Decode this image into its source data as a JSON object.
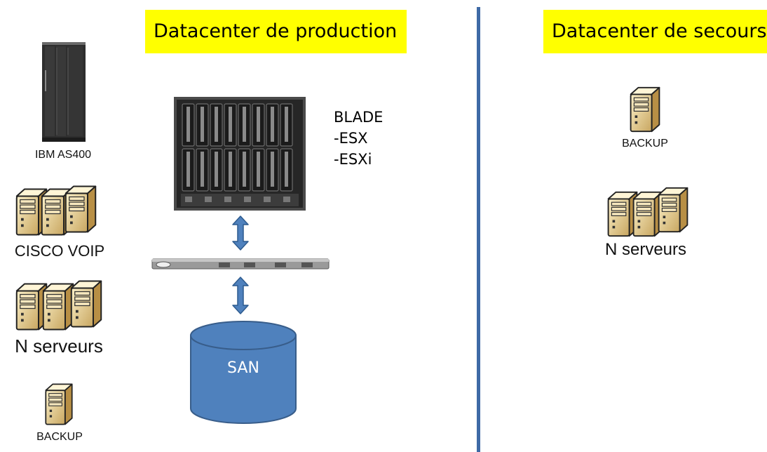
{
  "production": {
    "title": "Datacenter de production",
    "blade_lines": [
      "BLADE",
      "-ESX",
      "-ESXi"
    ],
    "san_label": "SAN"
  },
  "left_column": {
    "as400_label": "IBM AS400",
    "cisco_label": "CISCO VOIP",
    "servers_label": "N serveurs",
    "backup_label": "BACKUP"
  },
  "backup_site": {
    "title": "Datacenter de secours",
    "backup_label": "BACKUP",
    "servers_label": "N serveurs"
  },
  "colors": {
    "title_background": "#ffff00",
    "divider": "#3f6aa6",
    "san": "#4f81bd",
    "arrow": "#4f81bd"
  },
  "icons": [
    "ibm-as400-rack-icon",
    "server-tower-icon",
    "blade-chassis-icon",
    "network-switch-icon",
    "double-arrow-icon",
    "database-cylinder-icon"
  ]
}
